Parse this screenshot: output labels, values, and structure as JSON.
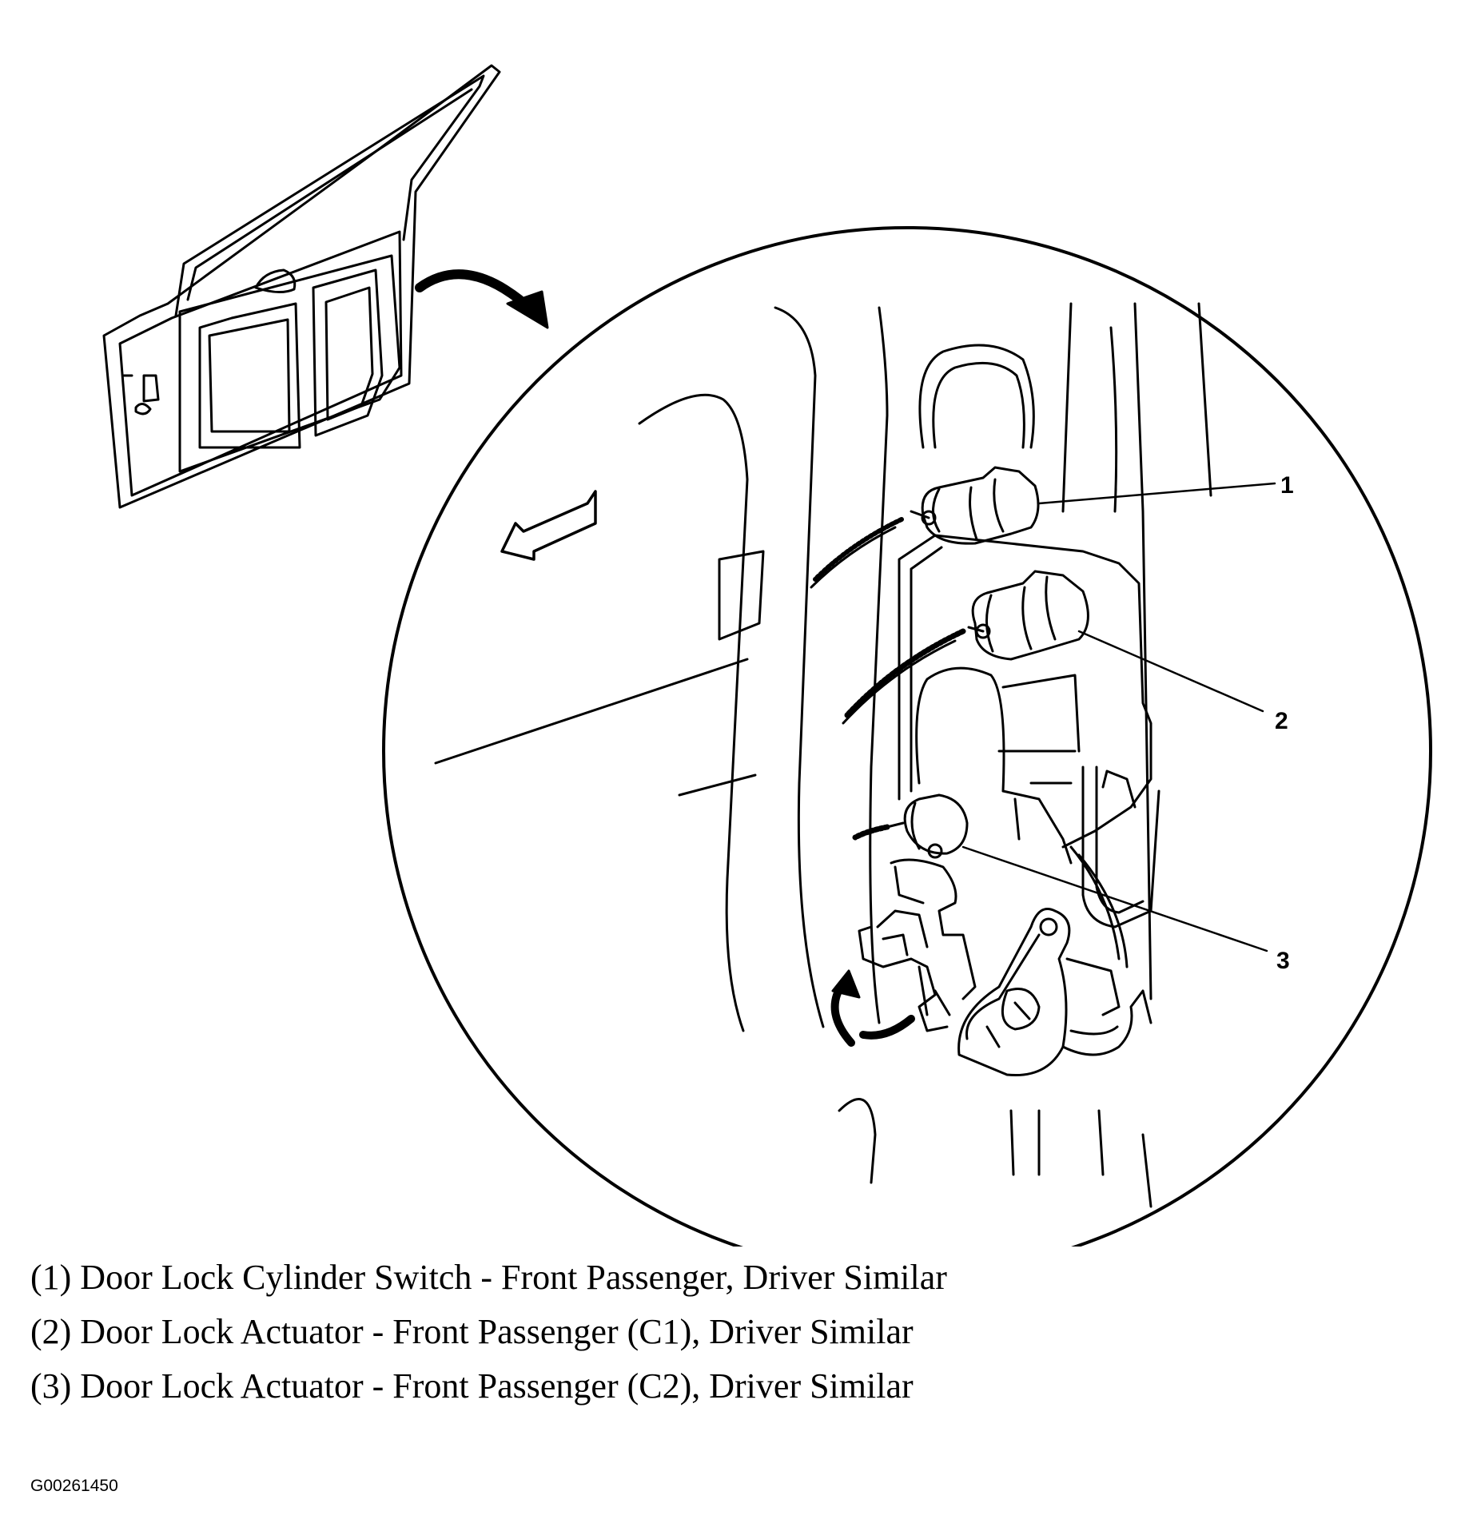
{
  "callouts": [
    "1",
    "2",
    "3"
  ],
  "legend": [
    "(1) Door Lock Cylinder Switch - Front Passenger, Driver Similar",
    "(2) Door Lock Actuator - Front Passenger (C1), Driver Similar",
    "(3) Door Lock Actuator - Front Passenger (C2), Driver Similar"
  ],
  "figure_id": "G00261450"
}
